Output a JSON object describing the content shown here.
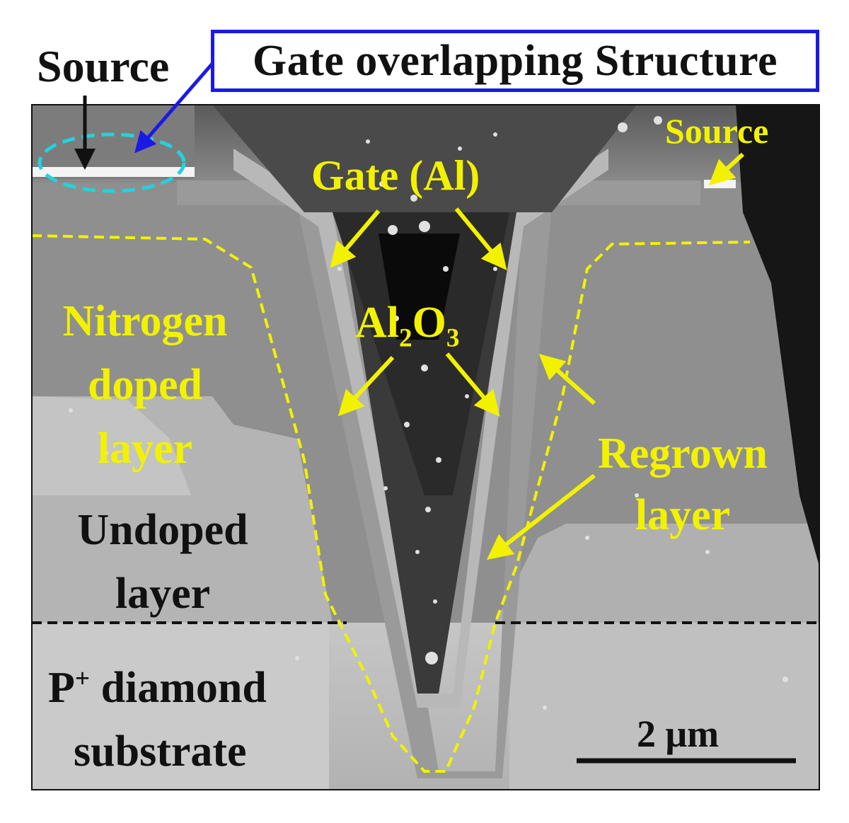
{
  "labels": {
    "source_top_left": "Source",
    "title": "Gate overlapping Structure",
    "source_top_right": "Source",
    "gate": "Gate (Al)",
    "oxide_base": "Al",
    "oxide_sub_2": "2",
    "oxide_o": "O",
    "oxide_sub_3": "3",
    "nitrogen_line1": "Nitrogen",
    "nitrogen_line2": "doped",
    "nitrogen_line3": "layer",
    "undoped_line1": "Undoped",
    "undoped_line2": "layer",
    "substrate_p": "P",
    "substrate_sup": "+",
    "substrate_rest": " diamond",
    "substrate_line2": "substrate",
    "regrown_line1": "Regrown",
    "regrown_line2": "layer",
    "scale_bar": "2 μm"
  },
  "colors": {
    "annotation_yellow": "#f2f200",
    "title_box_blue": "#1a1ae6",
    "highlight_cyan": "#22d3dd",
    "boundary_black": "#111111"
  }
}
